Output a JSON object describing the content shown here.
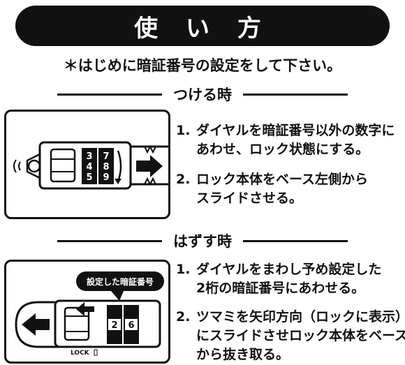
{
  "title": "使 い 方",
  "intro": "＊はじめに暗証番号の設定をして下さい。",
  "attach": {
    "heading": "つける時",
    "dial_digits": [
      [
        "3",
        "4",
        "5"
      ],
      [
        "7",
        "8",
        "9"
      ]
    ],
    "steps": [
      {
        "number": "1.",
        "lines": [
          "ダイヤルを暗証番号以外の数字に",
          "あわせ、ロック状態にする。"
        ]
      },
      {
        "number": "2.",
        "lines": [
          "ロック本体をベース左側から",
          "スライドさせる。"
        ]
      }
    ]
  },
  "detach": {
    "heading": "はずす時",
    "callout": "設定した暗証番号",
    "dial_digits": [
      "2",
      "6"
    ],
    "lock_label": "LOCK",
    "steps": [
      {
        "number": "1.",
        "lines": [
          "ダイヤルをまわし予め設定した",
          "2桁の暗証番号にあわせる。"
        ]
      },
      {
        "number": "2.",
        "lines": [
          "ツマミを矢印方向（ロックに表示）",
          "にスライドさせロック本体をベース",
          "から抜き取る。"
        ]
      }
    ]
  }
}
